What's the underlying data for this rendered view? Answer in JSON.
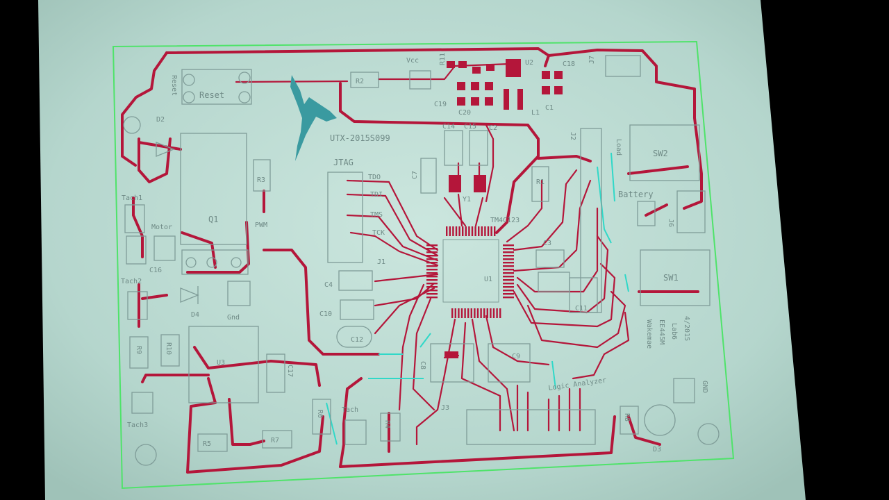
{
  "board": {
    "part_id": "UTX-2015S099",
    "footer_lines": [
      "Wakemae",
      "EE445M",
      "Lab6",
      "4/2015"
    ]
  },
  "components": [
    {
      "id": "reset",
      "label": "Reset"
    },
    {
      "id": "reset-side",
      "label": "Reset"
    },
    {
      "id": "r2",
      "label": "R2"
    },
    {
      "id": "vcc",
      "label": "Vcc"
    },
    {
      "id": "r11",
      "label": "R11"
    },
    {
      "id": "u2",
      "label": "U2"
    },
    {
      "id": "c18",
      "label": "C18"
    },
    {
      "id": "j7",
      "label": "J7"
    },
    {
      "id": "c19",
      "label": "C19"
    },
    {
      "id": "c20",
      "label": "C20"
    },
    {
      "id": "l1",
      "label": "L1"
    },
    {
      "id": "c1",
      "label": "C1"
    },
    {
      "id": "d2",
      "label": "D2"
    },
    {
      "id": "c14",
      "label": "C14"
    },
    {
      "id": "c15",
      "label": "C15"
    },
    {
      "id": "c2",
      "label": "C2"
    },
    {
      "id": "j2",
      "label": "J2"
    },
    {
      "id": "load",
      "label": "Load"
    },
    {
      "id": "sw2",
      "label": "SW2"
    },
    {
      "id": "jtag",
      "label": "JTAG"
    },
    {
      "id": "tdo",
      "label": "TDO"
    },
    {
      "id": "tdi",
      "label": "TDI"
    },
    {
      "id": "tms",
      "label": "TMS"
    },
    {
      "id": "tck",
      "label": "TCK"
    },
    {
      "id": "j1",
      "label": "J1"
    },
    {
      "id": "c7",
      "label": "C7"
    },
    {
      "id": "y1",
      "label": "Y1"
    },
    {
      "id": "r1",
      "label": "R1"
    },
    {
      "id": "r3",
      "label": "R3"
    },
    {
      "id": "battery",
      "label": "Battery"
    },
    {
      "id": "tach1",
      "label": "Tach1"
    },
    {
      "id": "motor",
      "label": "Motor"
    },
    {
      "id": "q1",
      "label": "Q1"
    },
    {
      "id": "pwm",
      "label": "PWM"
    },
    {
      "id": "tm4c123",
      "label": "TM4C123"
    },
    {
      "id": "c3",
      "label": "C3"
    },
    {
      "id": "j6",
      "label": "J6"
    },
    {
      "id": "c16",
      "label": "C16"
    },
    {
      "id": "tach2",
      "label": "Tach2"
    },
    {
      "id": "c4",
      "label": "C4"
    },
    {
      "id": "u1",
      "label": "U1"
    },
    {
      "id": "sw1",
      "label": "SW1"
    },
    {
      "id": "d4",
      "label": "D4"
    },
    {
      "id": "gnd",
      "label": "Gnd"
    },
    {
      "id": "c10",
      "label": "C10"
    },
    {
      "id": "c11",
      "label": "C11"
    },
    {
      "id": "c12",
      "label": "C12"
    },
    {
      "id": "r9",
      "label": "R9"
    },
    {
      "id": "r10",
      "label": "R10"
    },
    {
      "id": "u3",
      "label": "U3"
    },
    {
      "id": "c8",
      "label": "C8"
    },
    {
      "id": "c9",
      "label": "C9"
    },
    {
      "id": "logic-analyzer",
      "label": "Logic Analyzer"
    },
    {
      "id": "c17",
      "label": "C17"
    },
    {
      "id": "tach3",
      "label": "Tach3"
    },
    {
      "id": "r6",
      "label": "R6"
    },
    {
      "id": "tach",
      "label": "Tach"
    },
    {
      "id": "r4",
      "label": "R4"
    },
    {
      "id": "j3",
      "label": "J3"
    },
    {
      "id": "r8",
      "label": "R8"
    },
    {
      "id": "r5",
      "label": "R5"
    },
    {
      "id": "r7",
      "label": "R7"
    },
    {
      "id": "d3",
      "label": "D3"
    },
    {
      "id": "gnd2",
      "label": "GND"
    }
  ],
  "colors": {
    "paper": "#b7d7cf",
    "board_outline": "#4fe36a",
    "copper": "#b4163a",
    "silkscreen": "#6f8a86",
    "airwire": "#30d8c8",
    "logo": "#3a9aa0",
    "background": "#000000"
  }
}
